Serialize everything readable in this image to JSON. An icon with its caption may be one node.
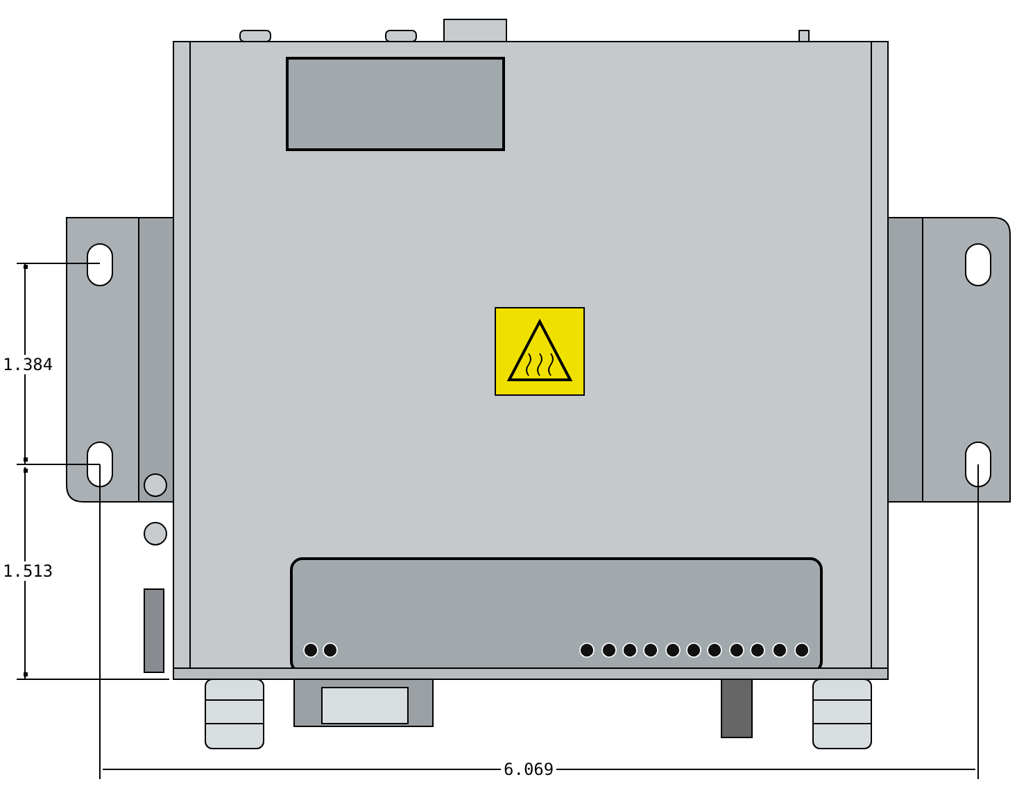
{
  "diagram": {
    "labels": [
      "1.384",
      "1.513",
      "6.069"
    ]
  }
}
